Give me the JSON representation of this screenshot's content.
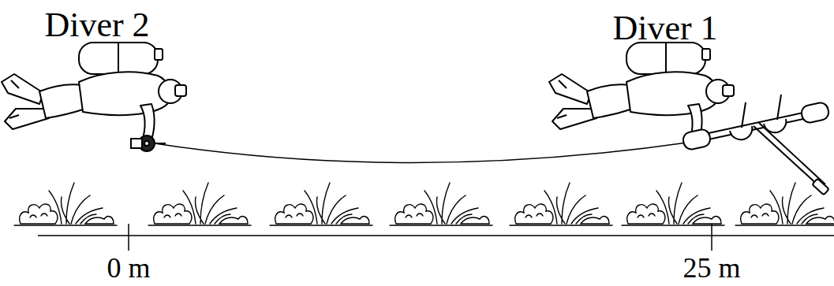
{
  "diagram": {
    "labels": [
      "Diver 2",
      "Diver 1",
      "0 m",
      "25 m"
    ]
  }
}
